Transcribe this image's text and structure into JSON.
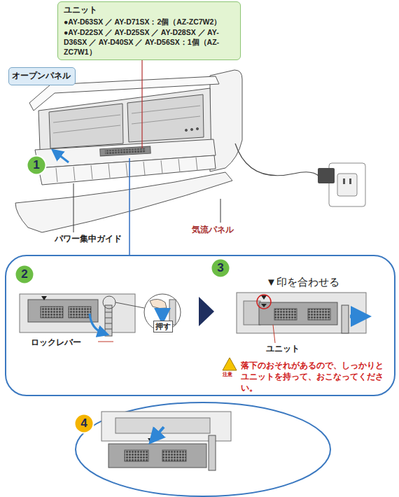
{
  "diagram": {
    "nodes": [
      {
        "text": [
          "ユニット",
          "●AY-D63SX ／ AY-D71SX：2個（AZ-ZC7W2）",
          "●AY-D22SX ／ AY-D25SX ／ AY-D28SX ／ AY-D36SX ／ AY-D40SX ／ AY-D56SX：1個（AZ-ZC7W1）"
        ]
      },
      {
        "text": [
          "オープンパネル"
        ]
      },
      {
        "text": [
          "1"
        ]
      },
      {
        "text": [
          "2"
        ]
      },
      {
        "text": [
          "3"
        ]
      },
      {
        "text": [
          "4"
        ]
      }
    ],
    "labels": [
      "パワー集中ガイド",
      "気流パネル",
      "ロックレバー",
      "押す",
      "▼印を合わせる",
      "ユニット",
      "注意",
      "落下のおそれがあるので、しっかりと ユニットを持って、おこなってください。"
    ]
  }
}
